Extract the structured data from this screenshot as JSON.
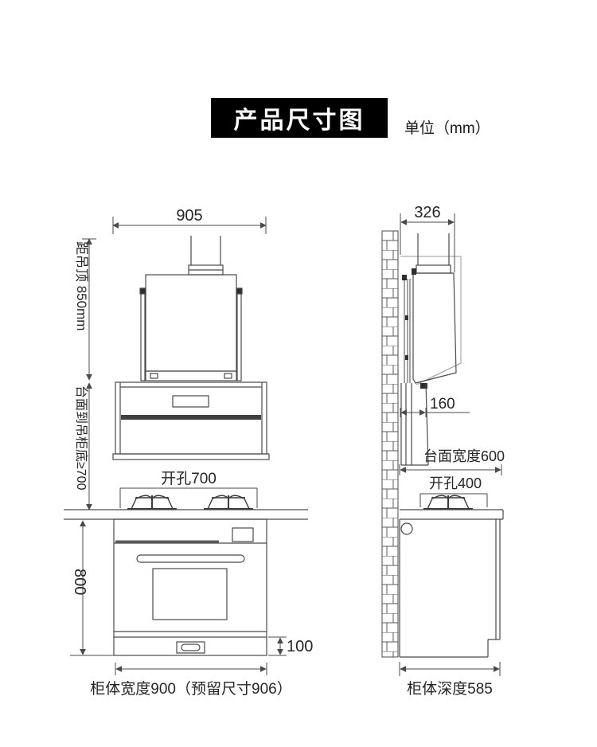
{
  "header": {
    "title": "产品尺寸图",
    "unit_label": "单位（mm）"
  },
  "front_view": {
    "dimensions": {
      "hood_width": "905",
      "ceiling_distance": "距吊顶 850mm",
      "counter_to_hood_bottom": "台面到吊柜底≥700",
      "cutout_width": "开孔700",
      "body_height": "800",
      "toekick_height": "100",
      "cabinet_width": "柜体宽度900（预留尺寸906）"
    }
  },
  "side_view": {
    "dimensions": {
      "hood_depth": "326",
      "hood_lower_depth": "160",
      "counter_depth": "台面宽度600",
      "cutout_depth": "开孔400",
      "cabinet_depth": "柜体深度585"
    }
  },
  "colors": {
    "line": "#4a4a4a",
    "thin_line": "#999999",
    "text": "#262626",
    "title_bg": "#000000",
    "title_fg": "#ffffff",
    "background": "#ffffff"
  }
}
